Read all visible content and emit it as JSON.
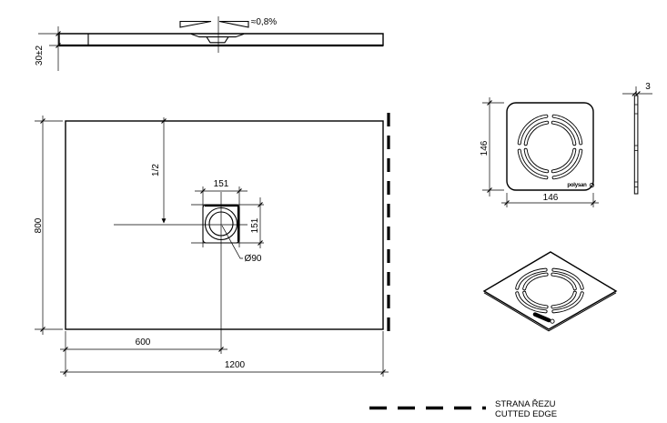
{
  "colors": {
    "line": "#000000",
    "background": "#ffffff"
  },
  "side_view": {
    "slope_label": "≈0,8%",
    "height_dim": "30±2"
  },
  "plan_view": {
    "width_dim": "1200",
    "height_dim": "800",
    "drain_offset_dim": "600",
    "drain_center_dim": "1/2",
    "drain_box_width_dim": "151",
    "drain_box_height_dim": "151",
    "drain_diameter_label": "Ø90"
  },
  "grate_top_view": {
    "width_dim": "146",
    "height_dim": "146",
    "brand_label": "polysan"
  },
  "grate_side_view": {
    "thickness_dim": "3"
  },
  "legend": {
    "line1": "STRANA ŘEZU",
    "line2": "CUTTED EDGE"
  }
}
